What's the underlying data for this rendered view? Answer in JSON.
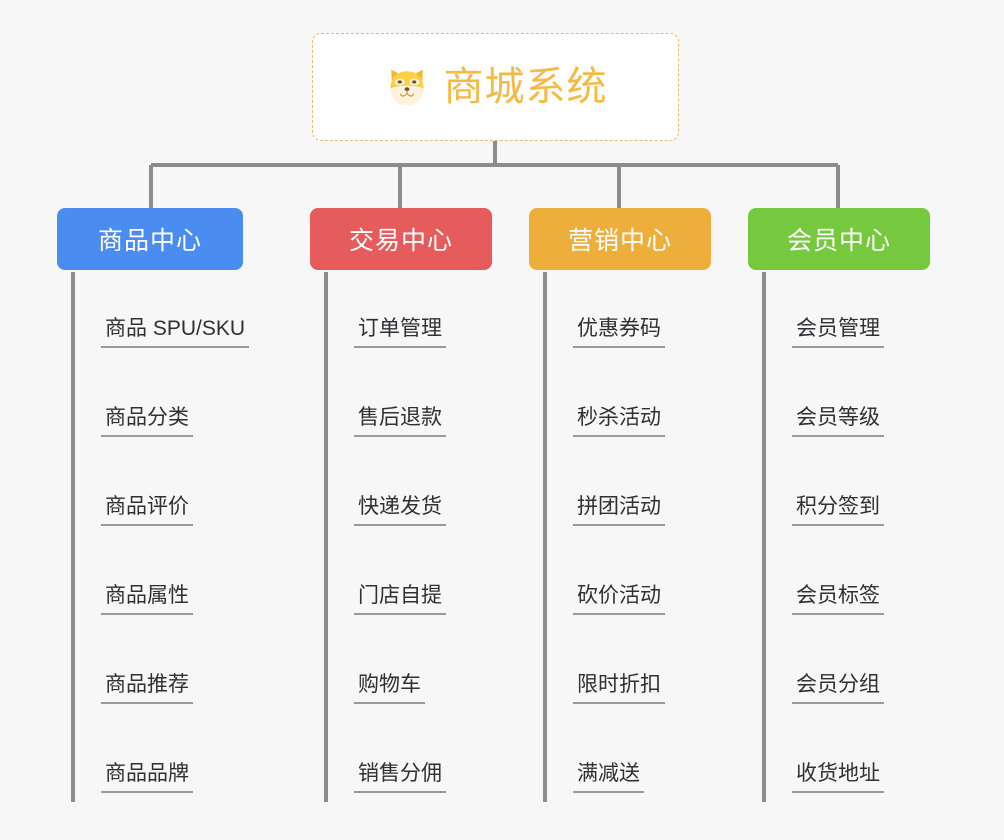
{
  "root": {
    "title": "商城系统",
    "icon": "shiba-dog-face-icon",
    "title_color": "#f5b945",
    "border_color": "#e8b96a",
    "background": "#fefefe"
  },
  "canvas": {
    "background": "#f7f7f7",
    "connector_color": "#8c8c8c",
    "underline_color": "#9a9a9a"
  },
  "columns": [
    {
      "title": "商品中心",
      "color": "#4a8cf0",
      "items": [
        "商品 SPU/SKU",
        "商品分类",
        "商品评价",
        "商品属性",
        "商品推荐",
        "商品品牌"
      ]
    },
    {
      "title": "交易中心",
      "color": "#e65c5c",
      "items": [
        "订单管理",
        "售后退款",
        "快递发货",
        "门店自提",
        "购物车",
        "销售分佣"
      ]
    },
    {
      "title": "营销中心",
      "color": "#edae3c",
      "items": [
        "优惠券码",
        "秒杀活动",
        "拼团活动",
        "砍价活动",
        "限时折扣",
        "满减送"
      ]
    },
    {
      "title": "会员中心",
      "color": "#76c93f",
      "items": [
        "会员管理",
        "会员等级",
        "积分签到",
        "会员标签",
        "会员分组",
        "收货地址"
      ]
    }
  ]
}
